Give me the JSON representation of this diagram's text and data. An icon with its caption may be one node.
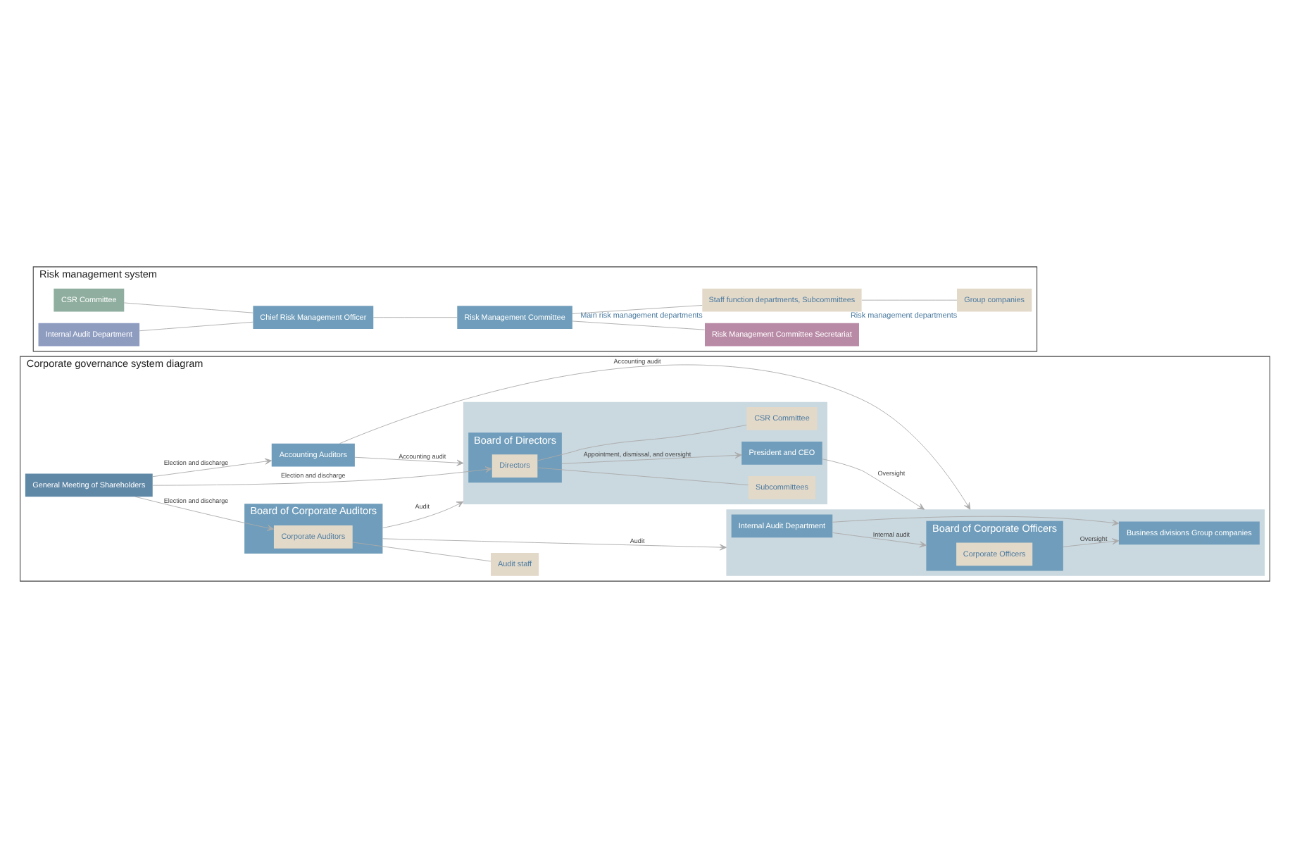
{
  "diagram": {
    "nodes": [
      {
        "text": [
          "Corporate governance system diagram"
        ]
      },
      {
        "text": [
          "General Meeting of Shareholders"
        ],
        "in": 0
      },
      {
        "text": [
          "Board of Corporate Auditors"
        ],
        "in": 0
      },
      {
        "text": [
          "Corporate Auditors"
        ],
        "in": 2
      },
      {
        "text": [
          "Audit staff"
        ],
        "in": 0
      },
      {
        "text": [],
        "shape": "box",
        "in": 0
      },
      {
        "text": [
          "Board of Directors"
        ],
        "in": 5
      },
      {
        "text": [
          "Directors"
        ],
        "in": 6
      },
      {
        "text": [
          "President and CEO"
        ],
        "in": 5
      },
      {
        "text": [
          "CSR Committee"
        ],
        "in": 5
      },
      {
        "text": [
          "Subcommittees"
        ],
        "in": 5
      },
      {
        "text": [
          "Accounting Auditors"
        ],
        "in": 0
      },
      {
        "text": [],
        "shape": "box",
        "in": 0
      },
      {
        "text": [
          "Board of Corporate Officers"
        ],
        "in": 12
      },
      {
        "text": [
          "Corporate Officers"
        ],
        "in": 13
      },
      {
        "text": [
          "Business divisions Group companies"
        ],
        "in": 12
      },
      {
        "text": [
          "Internal Audit Department"
        ],
        "in": 12
      },
      {
        "text": [
          "Risk management system"
        ]
      },
      {
        "text": [
          "CSR Committee"
        ],
        "in": 17
      },
      {
        "text": [
          "Internal Audit Department"
        ],
        "in": 17
      },
      {
        "text": [
          "Chief Risk Management Officer"
        ],
        "in": 17
      },
      {
        "text": [
          "Risk Management Committee"
        ],
        "in": 17
      },
      {
        "text": [
          "Risk Management Committee Secretariat"
        ],
        "in": 17
      },
      {
        "text": [
          "Staff function departments, Subcommittees"
        ],
        "in": 17,
        "beside": [
          "Main risk management departments"
        ]
      },
      {
        "text": [
          "Group companies"
        ],
        "in": 17,
        "beside": [
          "Risk management departments"
        ]
      }
    ],
    "edges": [
      {
        "from": 1,
        "to": 3,
        "arrow": "to",
        "label": "Election and discharge"
      },
      {
        "from": 1,
        "to": 7,
        "arrow": "to",
        "label": "Election and discharge"
      },
      {
        "from": 1,
        "to": 11,
        "arrow": "to",
        "label": "Election and discharge"
      },
      {
        "from": 3,
        "to": 4,
        "arrow": "none"
      },
      {
        "from": 2,
        "to": 12,
        "arrow": "to",
        "label": "Audit"
      },
      {
        "from": 2,
        "to": 5,
        "arrow": "to",
        "label": "Audit"
      },
      {
        "from": 6,
        "to": 8,
        "arrow": "to",
        "label": "Appointment, dismissal, and oversight"
      },
      {
        "from": 7,
        "to": 9,
        "arrow": "none"
      },
      {
        "from": 7,
        "to": 10,
        "arrow": "none"
      },
      {
        "from": 8,
        "to": 12,
        "arrow": "to",
        "label": "Oversight"
      },
      {
        "from": 11,
        "to": 5,
        "arrow": "to",
        "label": "Accounting audit"
      },
      {
        "from": 11,
        "to": 12,
        "arrow": "to",
        "label": "Accounting audit"
      },
      {
        "from": 13,
        "to": 15,
        "arrow": "to",
        "label": "Oversight"
      },
      {
        "from": 16,
        "to": 13,
        "arrow": "to",
        "label": "Internal audit"
      },
      {
        "from": 16,
        "to": 15,
        "arrow": "to"
      },
      {
        "from": 18,
        "to": 20,
        "arrow": "none"
      },
      {
        "from": 19,
        "to": 20,
        "arrow": "none"
      },
      {
        "from": 20,
        "to": 21,
        "arrow": "none"
      },
      {
        "from": 21,
        "to": 23,
        "arrow": "none"
      },
      {
        "from": 21,
        "to": 22,
        "arrow": "none"
      },
      {
        "from": 23,
        "to": 24,
        "arrow": "none"
      }
    ]
  }
}
